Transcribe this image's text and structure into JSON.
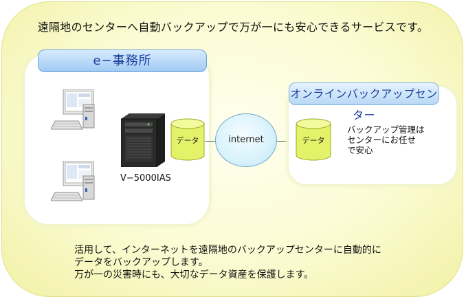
{
  "headline": "遠隔地のセンターへ自動バックアップで万が一にも安心できるサービスです。",
  "office": {
    "title": "e−事務所"
  },
  "server": {
    "model": "V−5000IAS"
  },
  "storage_label_office": "データ",
  "storage_label_center": "データ",
  "internet_label": "internet",
  "center": {
    "title": "オンラインバックアップセンター",
    "note_lines": [
      "バックアップ管理は",
      "センターにお任せ",
      "で安心"
    ]
  },
  "description_lines": [
    "活用して、インターネットを遠隔地のバックアップセンターに自動的に",
    "データをバックアップします。",
    "万が一の災害時にも、大切なデータ資産を保護します。"
  ],
  "colors": {
    "outer_fill": "#fbfbd2",
    "title_blue": "#1d3f99",
    "cylinder_green": "#e4f26a",
    "internet_fill": "#d8f2fc"
  }
}
